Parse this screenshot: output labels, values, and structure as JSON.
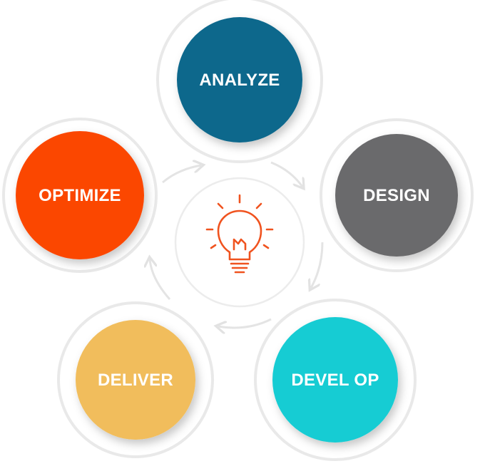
{
  "diagram": {
    "type": "cycle",
    "center_icon": "lightbulb-icon",
    "accent": "#f0531f",
    "ring_color": "#e6e6e6",
    "nodes": [
      {
        "id": "analyze",
        "label": "ANALYZE",
        "color": "#10688c"
      },
      {
        "id": "design",
        "label": "DESIGN",
        "color": "#6b6a6c"
      },
      {
        "id": "develop",
        "label": "DEVEL OP",
        "color": "#19ccd3"
      },
      {
        "id": "deliver",
        "label": "DELIVER",
        "color": "#f1bd5b"
      },
      {
        "id": "optimize",
        "label": "OPTIMIZE",
        "color": "#fb4705"
      }
    ],
    "flow": [
      "analyze",
      "design",
      "develop",
      "deliver",
      "optimize",
      "analyze"
    ]
  }
}
